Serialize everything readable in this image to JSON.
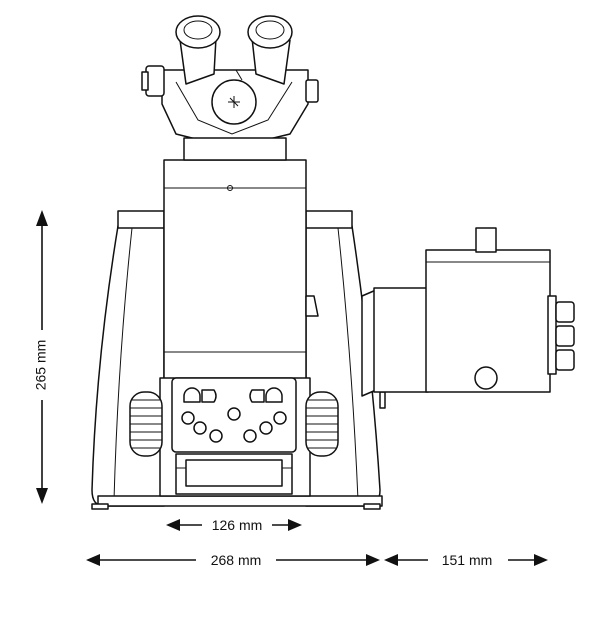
{
  "dimensions": {
    "height": "265 mm",
    "base_width": "126 mm",
    "total_width": "268 mm",
    "lamp_depth": "151 mm"
  }
}
